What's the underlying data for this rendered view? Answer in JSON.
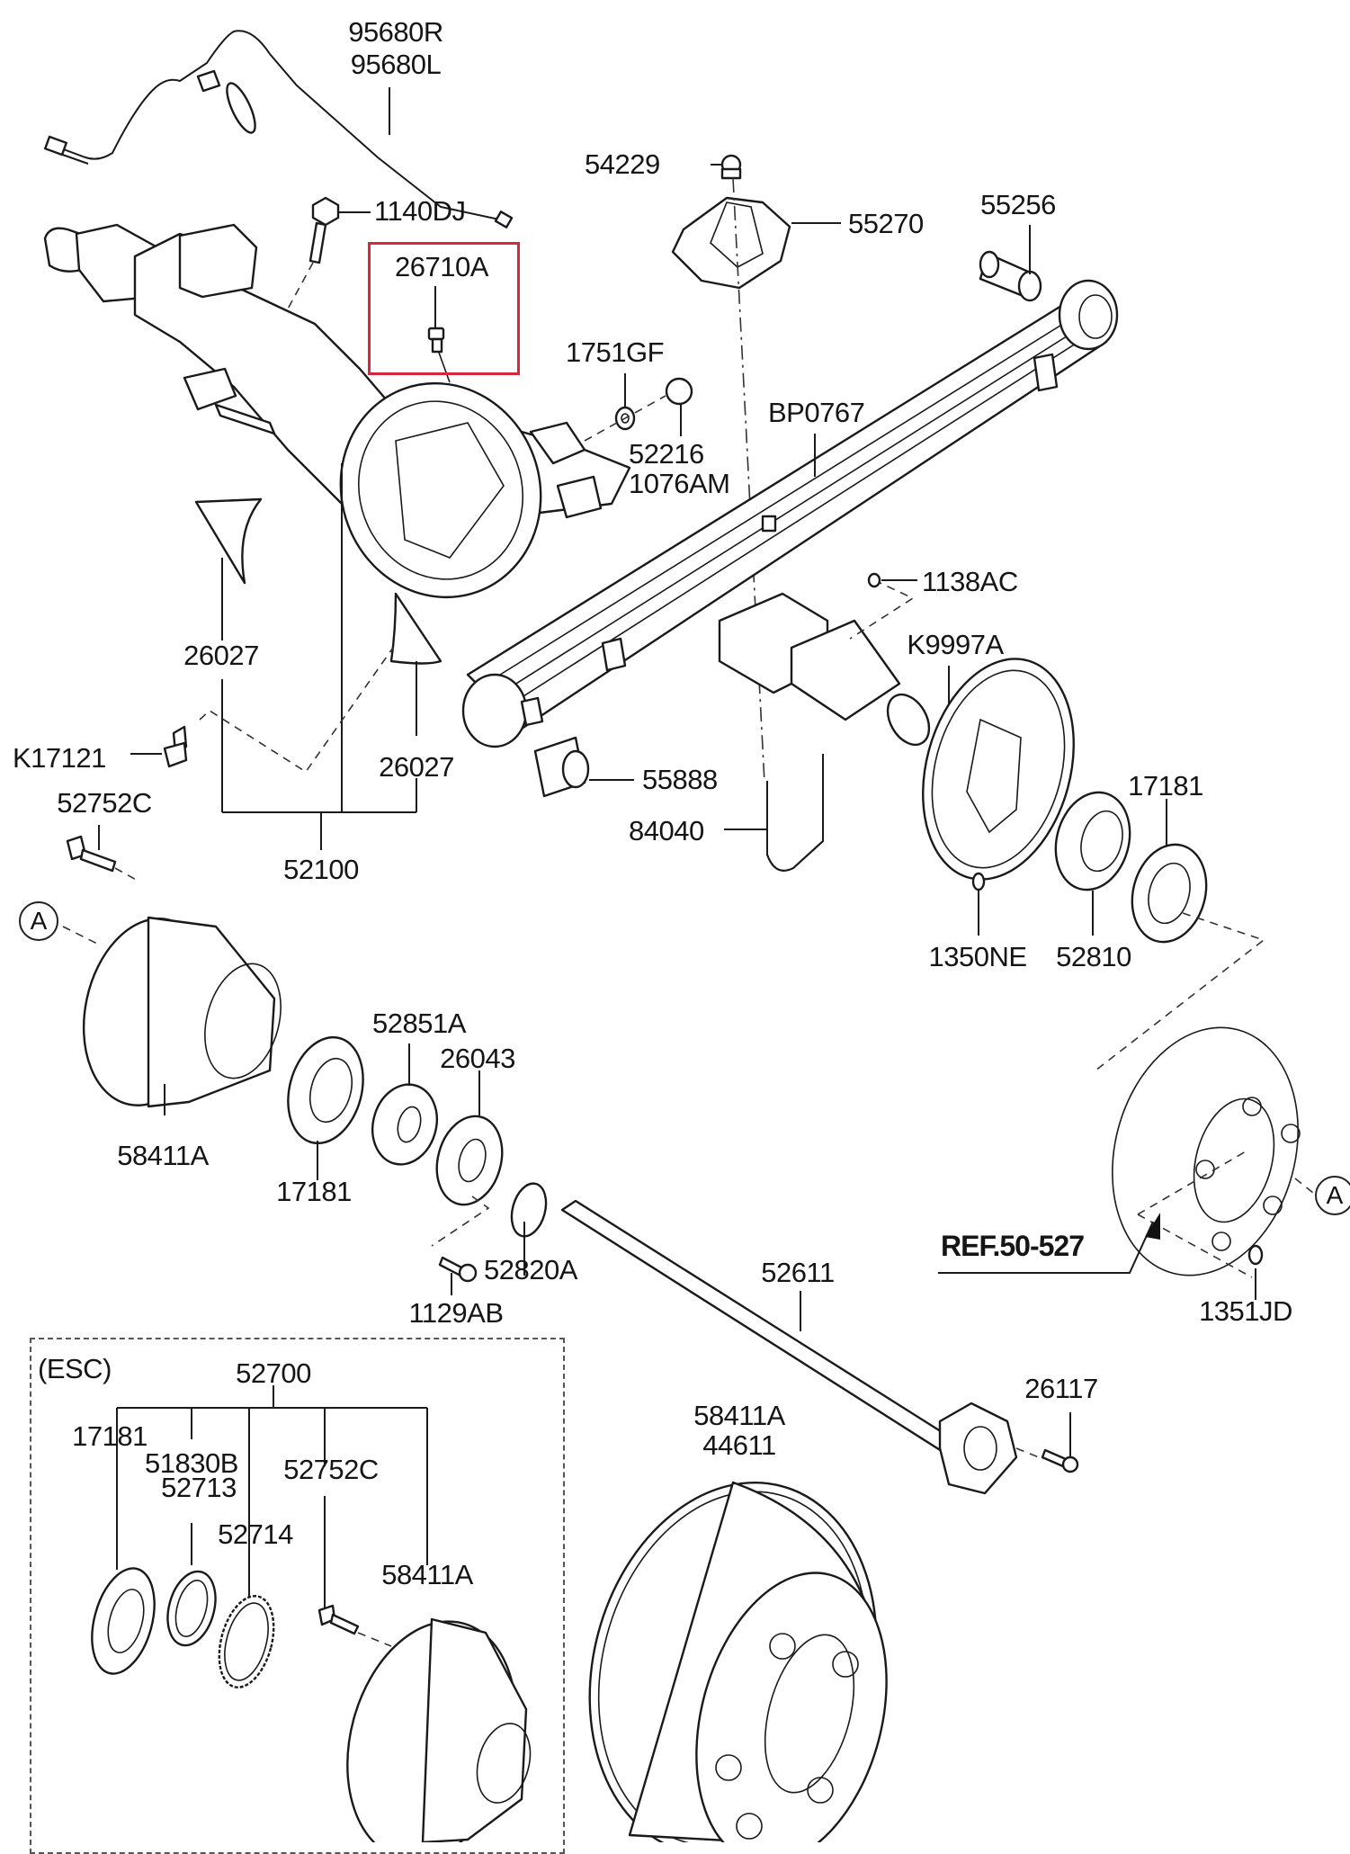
{
  "diagram": {
    "type": "exploded-parts-diagram",
    "subject": "Rear axle assembly",
    "highlight_color": "#d7263d",
    "highlighted_part": "26710A",
    "reference": "REF.50-527",
    "circle_marker": "A",
    "esc_group_label": "(ESC)"
  },
  "labels": {
    "p95680R": "95680R",
    "p95680L": "95680L",
    "p1140DJ": "1140DJ",
    "p26710A": "26710A",
    "p54229": "54229",
    "p55270": "55270",
    "p55256": "55256",
    "p1751GF": "1751GF",
    "p52216": "52216",
    "p1076AM": "1076AM",
    "pBP0767": "BP0767",
    "p26027a": "26027",
    "p26027b": "26027",
    "pK17121": "K17121",
    "p52752C": "52752C",
    "p52100": "52100",
    "p55888": "55888",
    "p84040": "84040",
    "p1138AC": "1138AC",
    "pK9997A": "K9997A",
    "p17181a": "17181",
    "p1350NE": "1350NE",
    "p52810": "52810",
    "p52851A": "52851A",
    "p26043": "26043",
    "p58411A": "58411A",
    "p17181b": "17181",
    "p52820A": "52820A",
    "p1129AB": "1129AB",
    "p52611": "52611",
    "p1351JD": "1351JD",
    "p26117": "26117",
    "p52700": "52700",
    "p17181c": "17181",
    "p51830B": "51830B",
    "p52713": "52713",
    "p52714": "52714",
    "p52752C_esc": "52752C",
    "p58411A_esc": "58411A",
    "p58411A_drum": "58411A",
    "p44611": "44611"
  }
}
